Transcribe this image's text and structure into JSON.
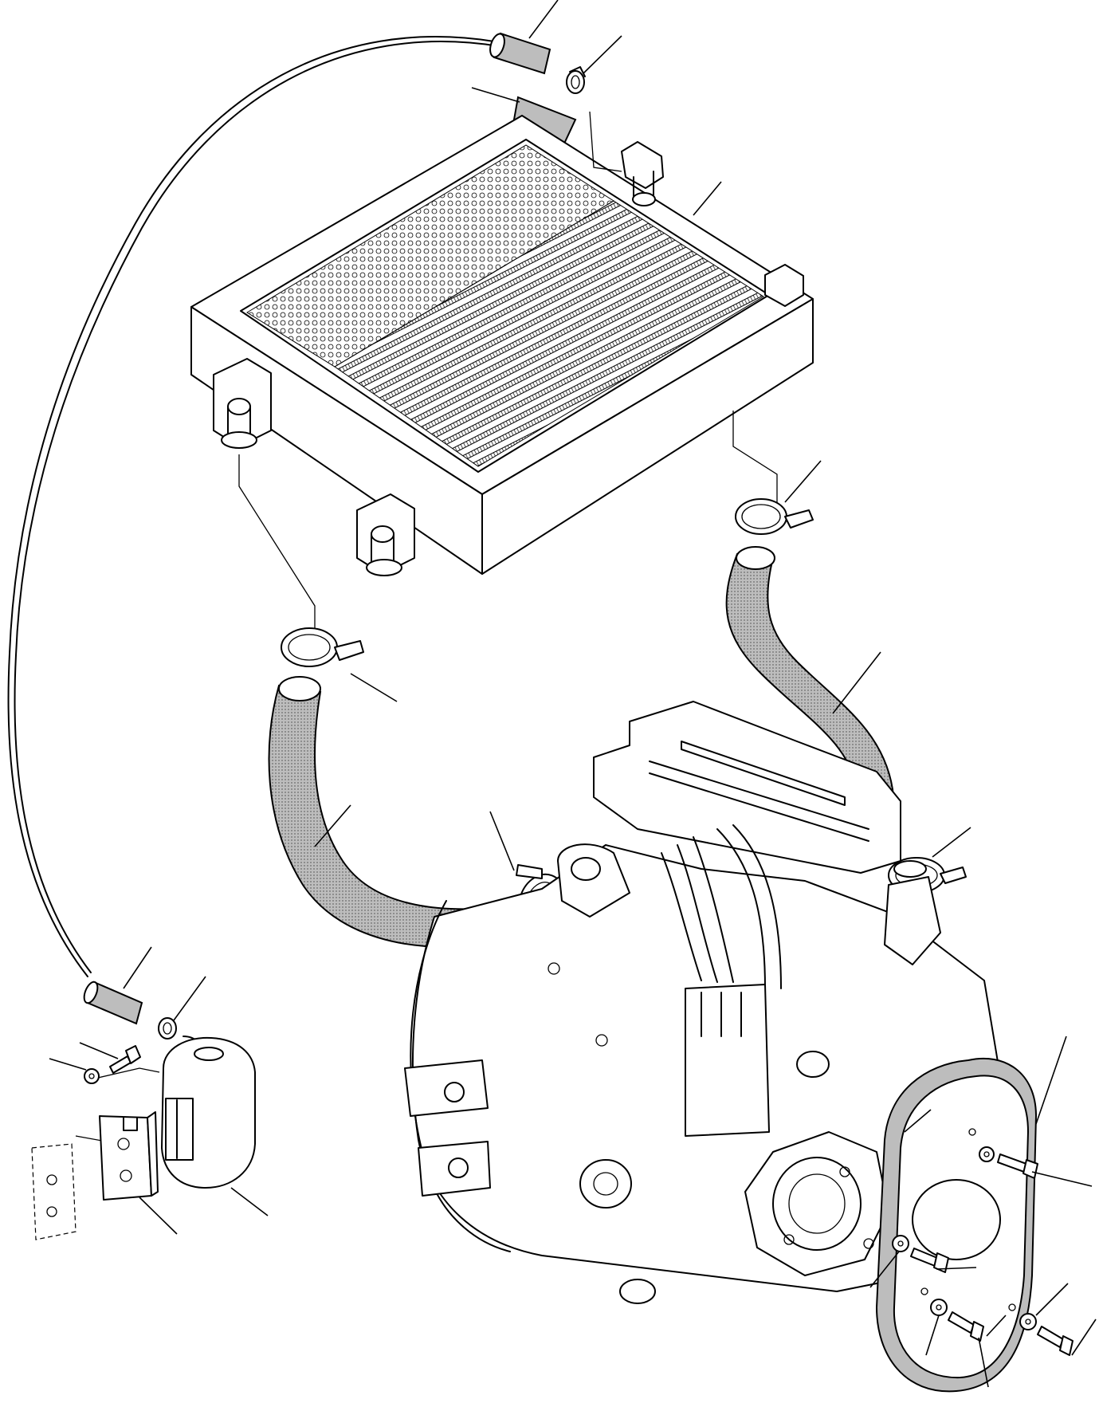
{
  "colors": {
    "ink": "#000000",
    "paper": "#ffffff",
    "hose_shading": "#bdbdbd"
  },
  "parts": [
    "radiator",
    "upper-radiator-hose",
    "lower-radiator-hose",
    "hose-clamp",
    "overflow-hose",
    "reserve-tank",
    "tank-bracket",
    "engine",
    "fan-belt-cover",
    "bolt",
    "washer"
  ]
}
